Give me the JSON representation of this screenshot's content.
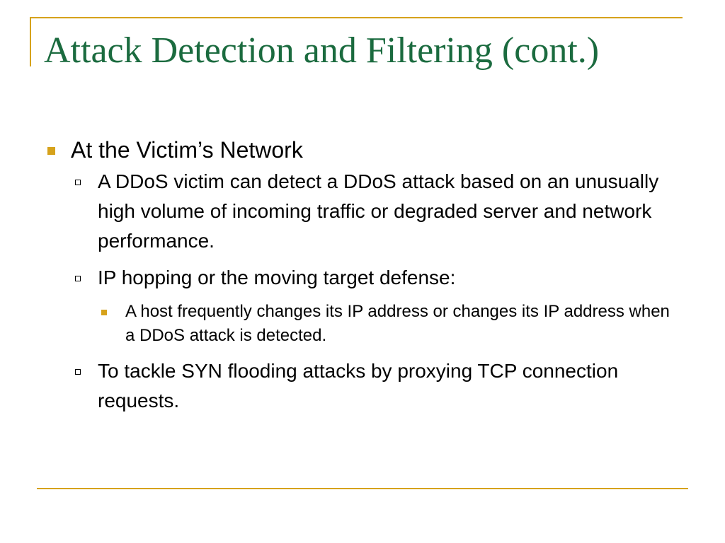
{
  "slide": {
    "title": "Attack Detection and Filtering  (cont.)",
    "bullets": [
      {
        "text": "At the Victim’s Network"
      },
      {
        "text": "A DDoS victim can detect a DDoS attack based on an unusually high volume of incoming traffic or degraded server and network performance."
      },
      {
        "text": "IP hopping or the moving target defense:"
      },
      {
        "text": "A host frequently changes its IP address or changes its IP address when a DDoS attack is detected."
      },
      {
        "text": "To tackle SYN flooding attacks by proxying TCP connection requests."
      }
    ]
  },
  "colors": {
    "accent": "#d6a21b",
    "title": "#1b6b3f",
    "text": "#000000",
    "background": "#ffffff"
  }
}
